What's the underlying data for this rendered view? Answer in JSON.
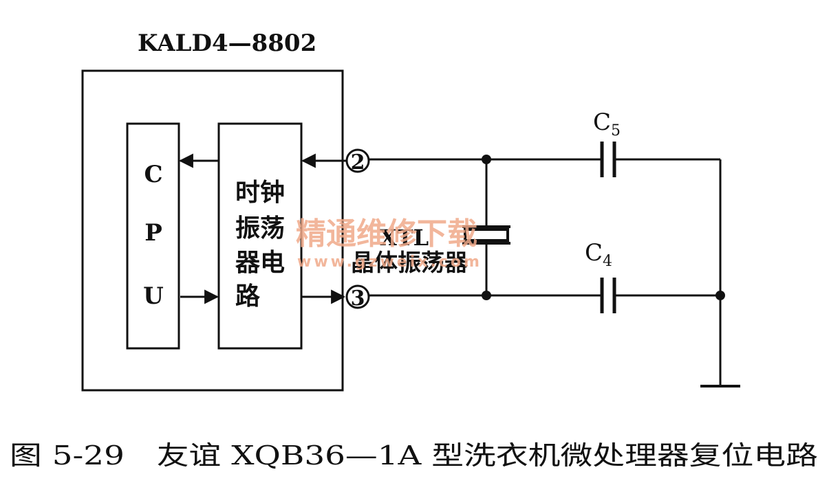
{
  "chip": {
    "name": "KALD4—8802"
  },
  "cpu": {
    "letters": [
      "C",
      "P",
      "U"
    ]
  },
  "clock": {
    "lines": [
      "时钟",
      "振荡",
      "器电",
      "路"
    ]
  },
  "pins": {
    "pin2": "2",
    "pin3": "3"
  },
  "crystal": {
    "ref": "XTL",
    "desc": "晶体振荡器"
  },
  "capacitors": {
    "c5": {
      "base": "C",
      "sub": "5"
    },
    "c4": {
      "base": "C",
      "sub": "4"
    }
  },
  "watermark": {
    "text": "精通维修下载",
    "url": "www.gzweix.com",
    "color": "#f0a98a"
  },
  "caption": "图 5-29　友谊 XQB36—1A 型洗衣机微处理器复位电路",
  "colors": {
    "ink": "#111111",
    "background": "#ffffff"
  }
}
